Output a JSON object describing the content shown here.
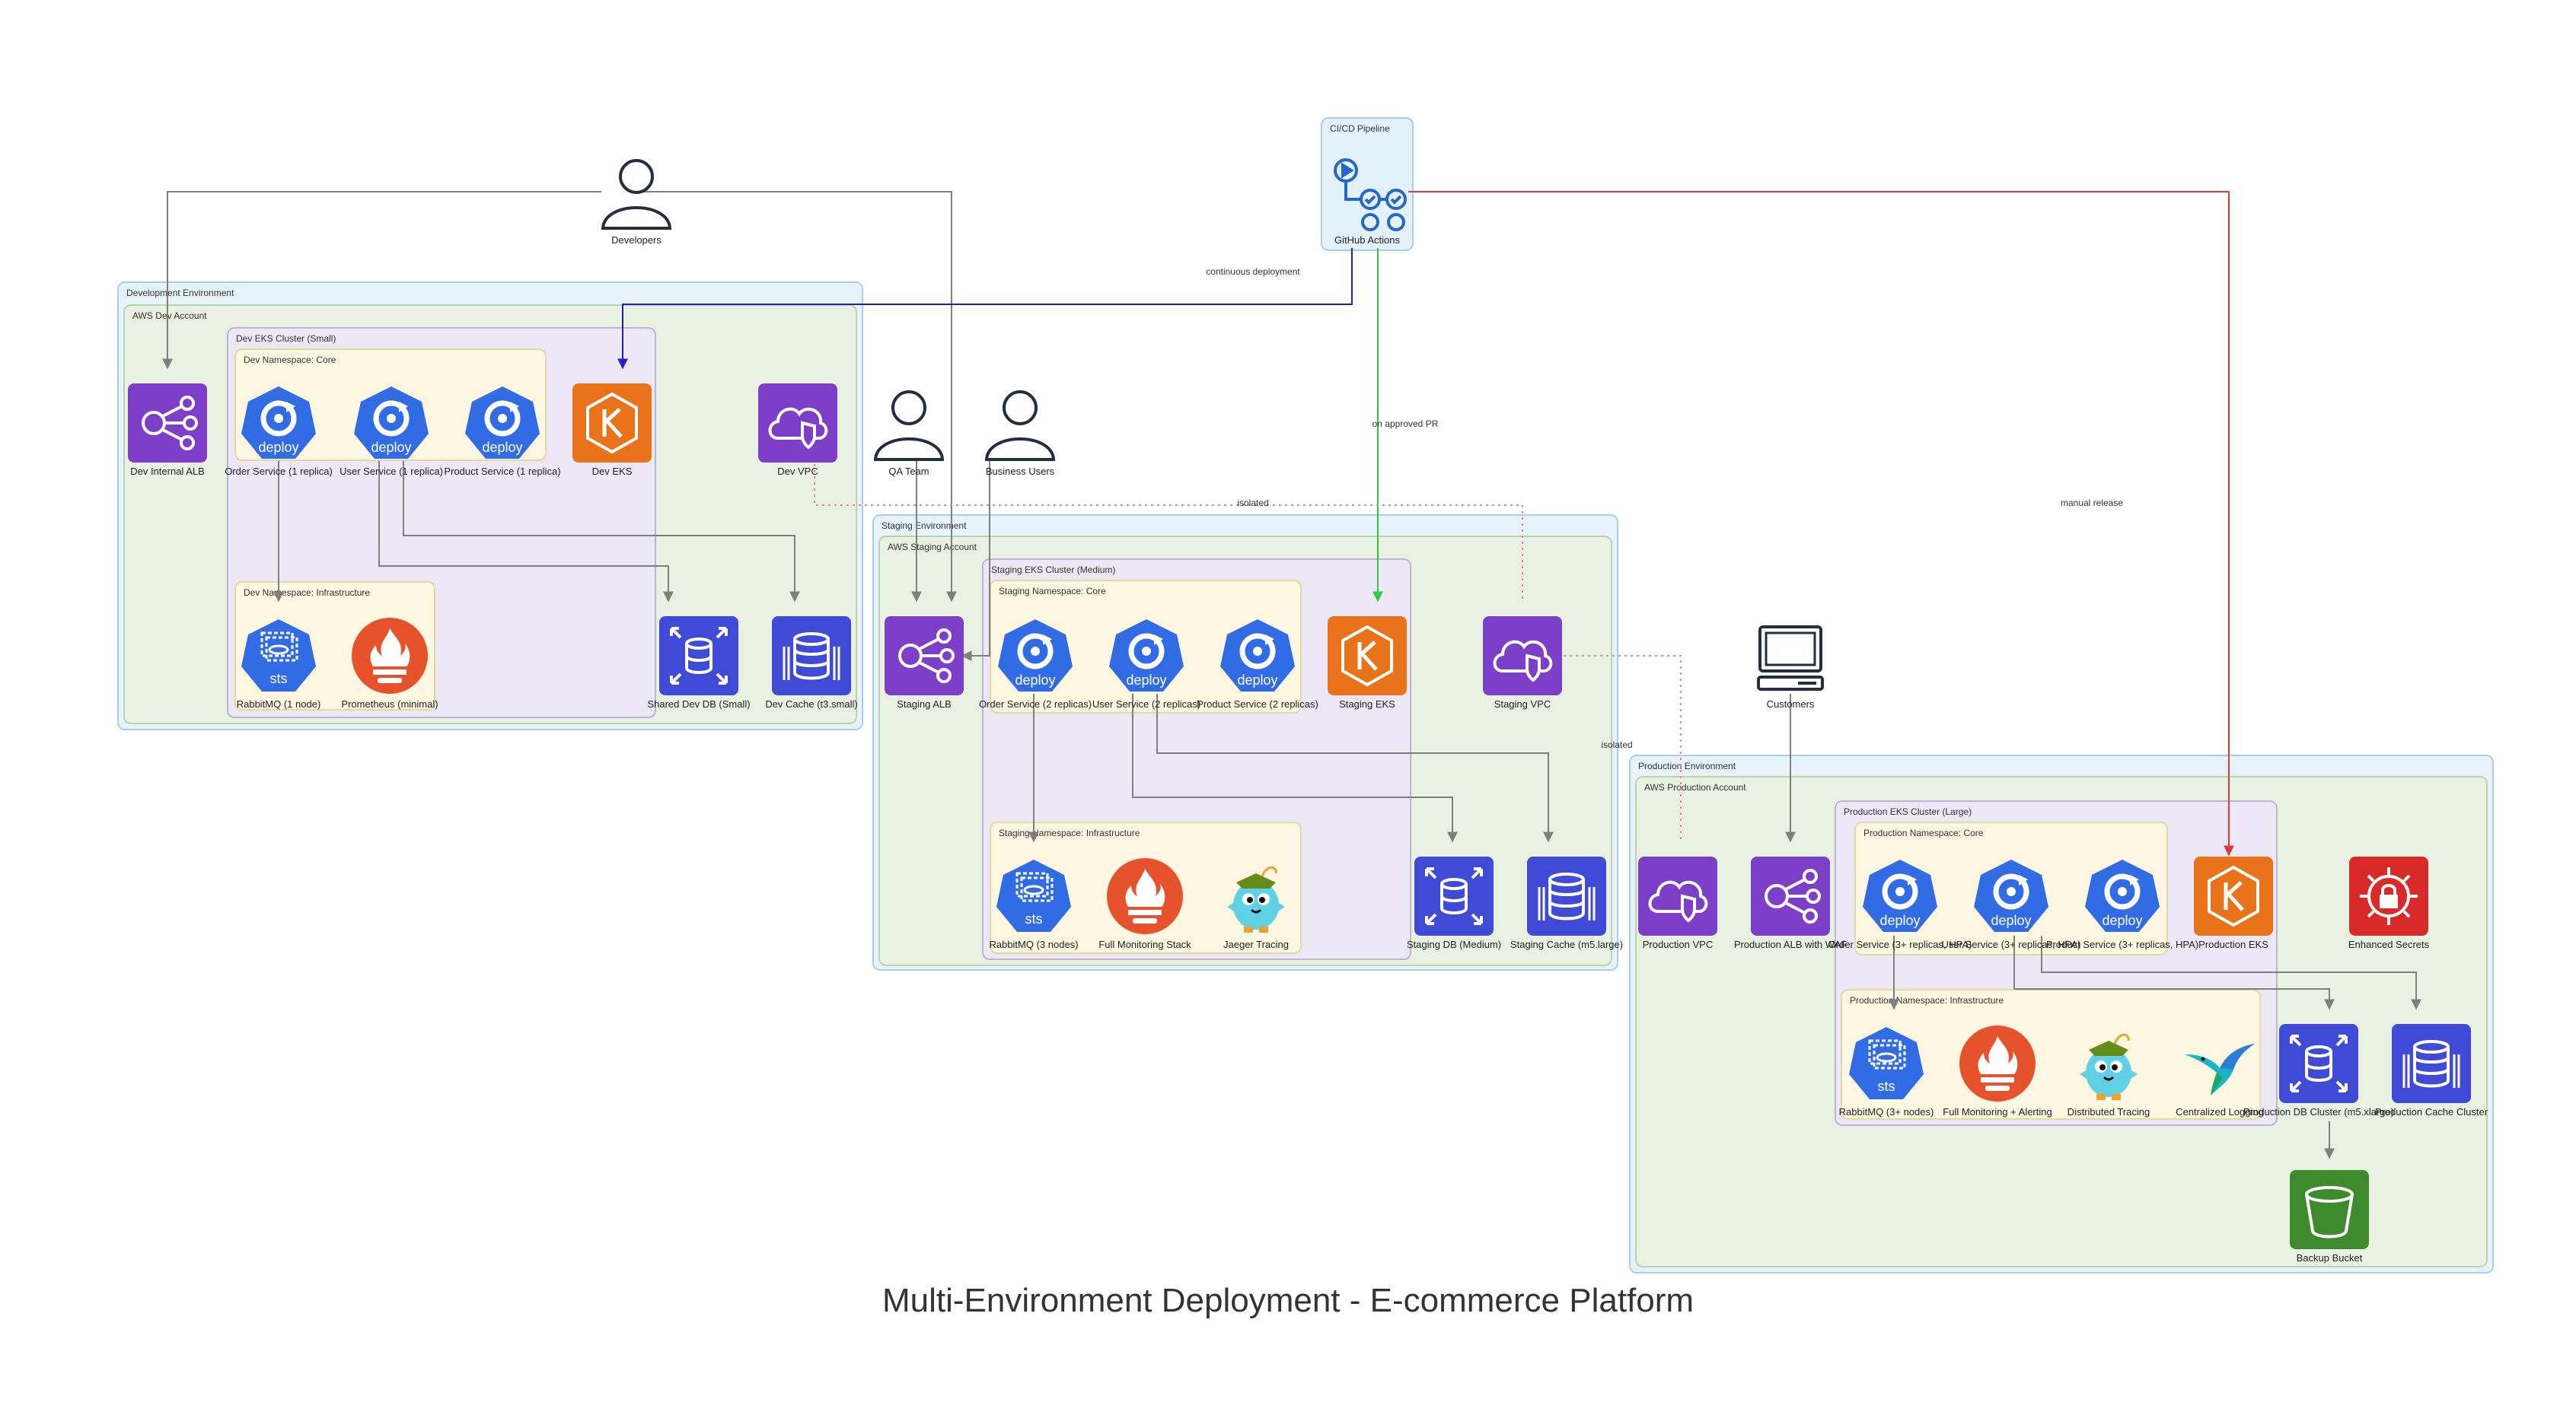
{
  "title": "Multi-Environment Deployment - E-commerce Platform",
  "clusters": {
    "cicd": "CI/CD Pipeline",
    "dev_env": "Development Environment",
    "dev_acct": "AWS Dev Account",
    "dev_eks": "Dev EKS Cluster (Small)",
    "dev_ns_core": "Dev Namespace: Core",
    "dev_ns_infra": "Dev Namespace: Infrastructure",
    "stg_env": "Staging Environment",
    "stg_acct": "AWS Staging Account",
    "stg_eks": "Staging EKS Cluster (Medium)",
    "stg_ns_core": "Staging Namespace: Core",
    "stg_ns_infra": "Staging Namespace: Infrastructure",
    "prod_env": "Production Environment",
    "prod_acct": "AWS Production Account",
    "prod_eks": "Production EKS Cluster (Large)",
    "prod_ns_core": "Production Namespace: Core",
    "prod_ns_infra": "Production Namespace: Infrastructure"
  },
  "nodes": {
    "developers": "Developers",
    "github": "GitHub Actions",
    "qa": "QA Team",
    "business": "Business Users",
    "customers": "Customers",
    "dev_alb": "Dev Internal ALB",
    "dev_order": "Order Service (1 replica)",
    "dev_user": "User Service (1 replica)",
    "dev_product": "Product Service (1 replica)",
    "dev_eks": "Dev EKS",
    "dev_vpc": "Dev VPC",
    "dev_rabbit": "RabbitMQ (1 node)",
    "dev_prom": "Prometheus (minimal)",
    "dev_db": "Shared Dev DB (Small)",
    "dev_cache": "Dev Cache (t3.small)",
    "stg_alb": "Staging ALB",
    "stg_order": "Order Service (2 replicas)",
    "stg_user": "User Service (2 replicas)",
    "stg_product": "Product Service (2 replicas)",
    "stg_eks": "Staging EKS",
    "stg_vpc": "Staging VPC",
    "stg_rabbit": "RabbitMQ (3 nodes)",
    "stg_mon": "Full Monitoring Stack",
    "stg_jaeger": "Jaeger Tracing",
    "stg_db": "Staging DB (Medium)",
    "stg_cache": "Staging Cache (m5.large)",
    "prod_vpc": "Production VPC",
    "prod_alb": "Production ALB with WAF",
    "prod_order": "Order Service (3+ replicas, HPA)",
    "prod_user": "User Service (3+ replicas, HPA)",
    "prod_product": "Product Service (3+ replicas, HPA)",
    "prod_eks": "Production EKS",
    "prod_secrets": "Enhanced Secrets",
    "prod_rabbit": "RabbitMQ (3+ nodes)",
    "prod_mon": "Full Monitoring + Alerting",
    "prod_tracing": "Distributed Tracing",
    "prod_logging": "Centralized Logging",
    "prod_db": "Production DB Cluster (m5.xlarge)",
    "prod_cache": "Production Cache Cluster",
    "backup": "Backup Bucket"
  },
  "edge_labels": {
    "continuous": "continuous deployment",
    "approved": "on approved PR",
    "manual": "manual release",
    "isolated1": "isolated",
    "isolated2": "isolated"
  },
  "icons": {
    "developers": "user-icon",
    "qa": "user-icon",
    "business": "user-icon",
    "customers": "computer-client-icon",
    "github": "github-actions-icon",
    "alb": "alb-icon",
    "deploy": "k8s-deploy-icon",
    "eks": "eks-icon",
    "vpc": "vpc-icon",
    "sts": "k8s-sts-icon",
    "prometheus": "prometheus-icon",
    "db": "rds-icon",
    "cache": "elasticache-icon",
    "jaeger": "jaeger-icon",
    "logging": "hummingbird-logging-icon",
    "secrets": "secrets-manager-icon",
    "backup": "s3-bucket-icon"
  },
  "colors": {
    "purple": "#7d3fc8",
    "orange": "#e8731a",
    "k8s_blue": "#326ce5",
    "db_blue": "#3f4bd6",
    "red": "#d92a2a",
    "green": "#3d8b2c",
    "edge_gray": "#7f7f7f",
    "edge_blue": "#1f1fd0",
    "edge_green": "#2ecc40",
    "edge_red": "#d93a3a",
    "edge_dotted": "#d98c8c"
  }
}
